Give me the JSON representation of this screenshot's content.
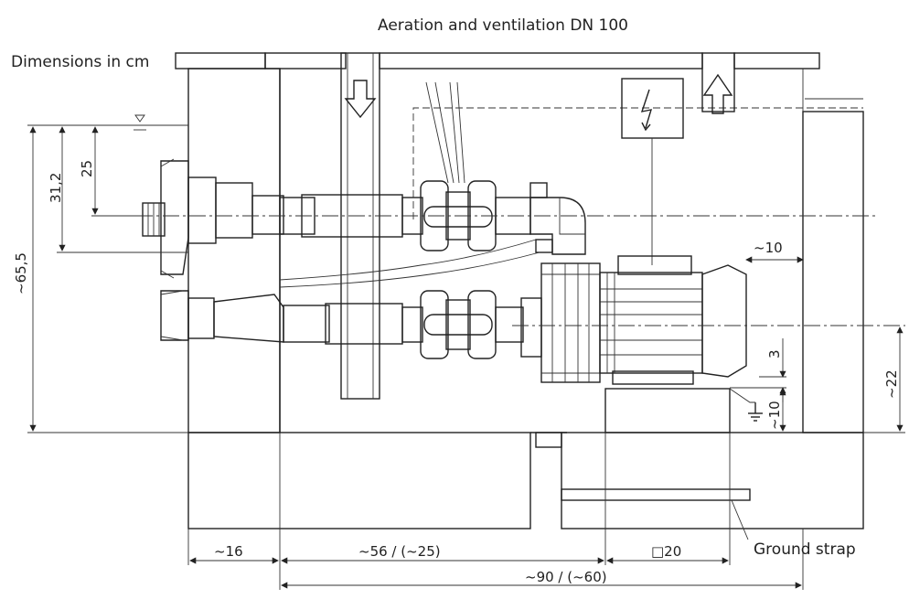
{
  "labels": {
    "ventilation": "Aeration and ventilation DN 100",
    "units": "Dimensions in cm",
    "ground_strap": "Ground strap"
  },
  "dimensions": {
    "water_to_outlet": "31,2",
    "water_to_inlet": "25",
    "total_height": "~65,5",
    "motor_clearance": "~10",
    "gap_small": "3",
    "base_height": "~10",
    "shaft_height": "~22",
    "wall_width": "~16",
    "pipe_run": "~56 / (~25)",
    "pump_base": "□20",
    "total_width": "~90 / (~60)"
  },
  "icons": {
    "arrow_down": "arrow-down-icon",
    "arrow_up": "arrow-up-icon",
    "electric": "lightning-icon",
    "ground": "ground-symbol-icon",
    "water_level": "water-level-icon"
  }
}
